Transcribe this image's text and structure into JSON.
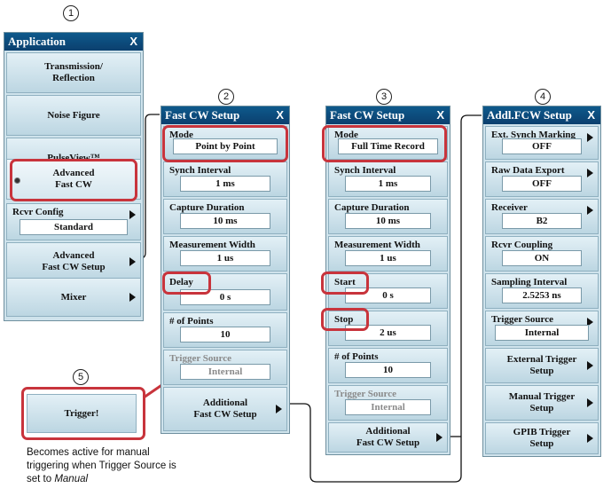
{
  "callouts": [
    "1",
    "2",
    "3",
    "4",
    "5"
  ],
  "app_menu": {
    "title": "Application",
    "close": "X",
    "items": {
      "transmission": "Transmission/\nReflection",
      "noise": "Noise Figure",
      "pulseview": "PulseView™",
      "advanced": "Advanced\nFast CW",
      "rcvr_config_label": "Rcvr Config",
      "rcvr_config_value": "Standard",
      "adv_setup": "Advanced\nFast CW Setup",
      "mixer": "Mixer"
    }
  },
  "fcw_setup_a": {
    "title": "Fast CW Setup",
    "close": "X",
    "mode_label": "Mode",
    "mode_value": "Point by Point",
    "synch_label": "Synch Interval",
    "synch_value": "1 ms",
    "capture_label": "Capture Duration",
    "capture_value": "10 ms",
    "width_label": "Measurement Width",
    "width_value": "1 us",
    "delay_label": "Delay",
    "delay_value": "0  s",
    "points_label": "# of Points",
    "points_value": "10",
    "trigger_label": "Trigger Source",
    "trigger_value": "Internal",
    "additional": "Additional\nFast CW Setup"
  },
  "fcw_setup_b": {
    "title": "Fast CW Setup",
    "close": "X",
    "mode_label": "Mode",
    "mode_value": "Full Time Record",
    "synch_label": "Synch Interval",
    "synch_value": "1 ms",
    "capture_label": "Capture Duration",
    "capture_value": "10 ms",
    "width_label": "Measurement Width",
    "width_value": "1 us",
    "start_label": "Start",
    "start_value": "0  s",
    "stop_label": "Stop",
    "stop_value": "2 us",
    "points_label": "# of Points",
    "points_value": "10",
    "trigger_label": "Trigger Source",
    "trigger_value": "Internal",
    "additional": "Additional\nFast CW Setup"
  },
  "addl_fcw": {
    "title": "Addl.FCW Setup",
    "close": "X",
    "ext_synch_label": "Ext. Synch Marking",
    "ext_synch_value": "OFF",
    "raw_label": "Raw Data Export",
    "raw_value": "OFF",
    "receiver_label": "Receiver",
    "receiver_value": "B2",
    "coupling_label": "Rcvr Coupling",
    "coupling_value": "ON",
    "sampling_label": "Sampling Interval",
    "sampling_value": "2.5253 ns",
    "trigger_label": "Trigger Source",
    "trigger_value": "Internal",
    "ext_trigger": "External Trigger\nSetup",
    "manual_trigger": "Manual Trigger\nSetup",
    "gpib_trigger": "GPIB Trigger\nSetup"
  },
  "trigger_button": "Trigger!",
  "note": {
    "text": "Becomes active for manual triggering when Trigger Source is set to ",
    "emph": "Manual"
  }
}
